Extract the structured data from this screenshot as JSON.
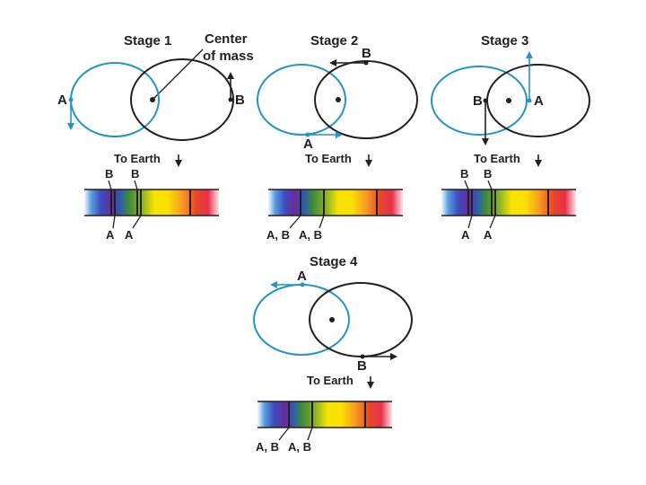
{
  "stage1": {
    "title": "Stage 1",
    "com_label_line1": "Center",
    "com_label_line2": "of mass",
    "star_a": "A",
    "star_b": "B",
    "to_earth": "To Earth",
    "spectrum_top_labels": [
      "B",
      "B"
    ],
    "spectrum_bottom_labels": [
      "A",
      "A"
    ]
  },
  "stage2": {
    "title": "Stage 2",
    "star_a": "A",
    "star_b": "B",
    "to_earth": "To Earth",
    "spectrum_bottom_labels": [
      "A, B",
      "A, B"
    ]
  },
  "stage3": {
    "title": "Stage 3",
    "star_a": "A",
    "star_b": "B",
    "to_earth": "To Earth",
    "spectrum_top_labels": [
      "B",
      "B"
    ],
    "spectrum_bottom_labels": [
      "A",
      "A"
    ]
  },
  "stage4": {
    "title": "Stage 4",
    "star_a": "A",
    "star_b": "B",
    "to_earth": "To Earth",
    "spectrum_bottom_labels": [
      "A, B",
      "A, B"
    ]
  },
  "colors": {
    "orbit_a": "#2394c6",
    "orbit_b": "#231f20",
    "text": "#231f20"
  }
}
